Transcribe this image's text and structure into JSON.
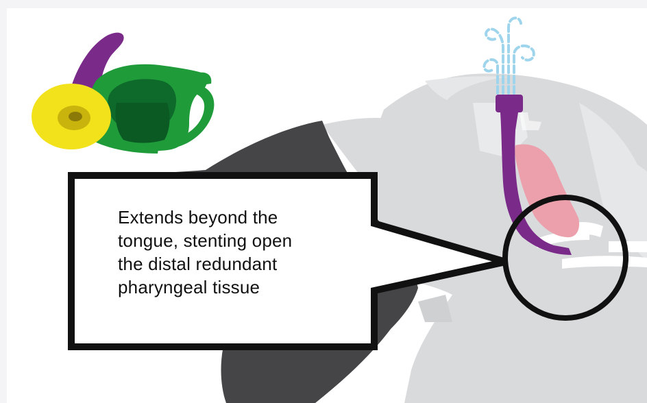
{
  "callout": {
    "lines": [
      "Extends beyond the",
      "tongue, stenting open",
      "the distal redundant",
      "pharyngeal tissue"
    ]
  },
  "colors": {
    "background": "#ffffff",
    "page": "#f4f4f6",
    "head_silhouette": "#d9dadc",
    "face_dark": "#454547",
    "tongue": "#eba0ac",
    "airway_device": "#7a2a88",
    "device_green": "#1f9b3a",
    "device_dark_green": "#0d6a2b",
    "flange_yellow": "#f2e21c",
    "flange_inner": "#c9b40d",
    "breath_lines": "#9fd5ec",
    "callout_border": "#111111"
  },
  "icons": [
    "airway-device-illustration",
    "breath-airflow-icon",
    "magnifier-circle-icon"
  ]
}
